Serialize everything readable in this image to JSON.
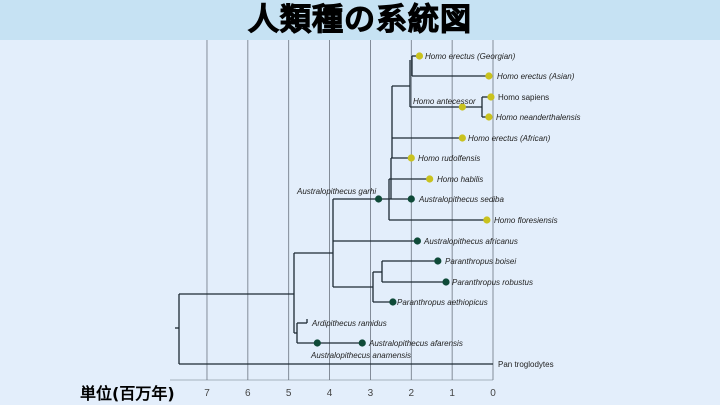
{
  "title": "人類種の系統図",
  "unit_label": "単位(百万年)",
  "colors": {
    "homo": "#c9c21e",
    "australopith": "#0f4a38",
    "line": "#1d2a33",
    "grid": "#6b7480"
  },
  "chart_data": {
    "type": "phylogenetic-tree",
    "x_axis": {
      "ticks": [
        "7",
        "6",
        "5",
        "4",
        "3",
        "2",
        "1",
        "0"
      ],
      "range": [
        7,
        0
      ],
      "unit": "百万年"
    },
    "taxa": [
      {
        "name": "Homo erectus (Georgian)",
        "italic_part": "Homo erectus",
        "time": 1.8,
        "group": "homo"
      },
      {
        "name": "Homo erectus (Asian)",
        "time": 0.1,
        "group": "homo"
      },
      {
        "name": "Homo antecessor",
        "time": 0.75,
        "group": "homo"
      },
      {
        "name": "Homo sapiens",
        "time": 0.05,
        "group": "homo"
      },
      {
        "name": "Homo neanderthalensis",
        "time": 0.1,
        "group": "homo"
      },
      {
        "name": "Homo erectus (African)",
        "time": 0.75,
        "group": "homo"
      },
      {
        "name": "Homo rudolfensis",
        "time": 2.0,
        "group": "homo"
      },
      {
        "name": "Homo habilis",
        "time": 1.55,
        "group": "homo"
      },
      {
        "name": "Australopithecus garhi",
        "time": 2.8,
        "group": "australopith"
      },
      {
        "name": "Australopithecus sediba",
        "time": 2.0,
        "group": "australopith"
      },
      {
        "name": "Homo floresiensis",
        "time": 0.15,
        "group": "homo"
      },
      {
        "name": "Australopithecus africanus",
        "time": 1.85,
        "group": "australopith"
      },
      {
        "name": "Paranthropus boisei",
        "time": 1.35,
        "group": "australopith"
      },
      {
        "name": "Paranthropus robustus",
        "time": 1.15,
        "group": "australopith"
      },
      {
        "name": "Paranthropus aethiopicus",
        "time": 2.45,
        "group": "australopith"
      },
      {
        "name": "Ardipithecus ramidus",
        "time": null,
        "group": "none"
      },
      {
        "name": "Australopithecus afarensis",
        "time": 3.2,
        "group": "australopith"
      },
      {
        "name": "Australopithecus anamensis",
        "time": 4.3,
        "group": "australopith"
      },
      {
        "name": "Pan troglodytes",
        "time": null,
        "group": "none"
      }
    ]
  }
}
